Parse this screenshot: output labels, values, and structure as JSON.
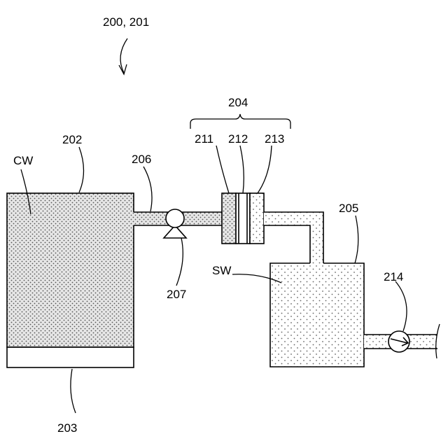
{
  "labels": {
    "assembly": "200, 201",
    "cw_tank": "202",
    "base": "203",
    "filter_unit": "204",
    "sw_tank": "205",
    "pipe": "206",
    "pump": "207",
    "stage_a": "211",
    "stage_b": "212",
    "stage_c": "213",
    "outlet_pump": "214",
    "cw": "CW",
    "sw": "SW"
  }
}
